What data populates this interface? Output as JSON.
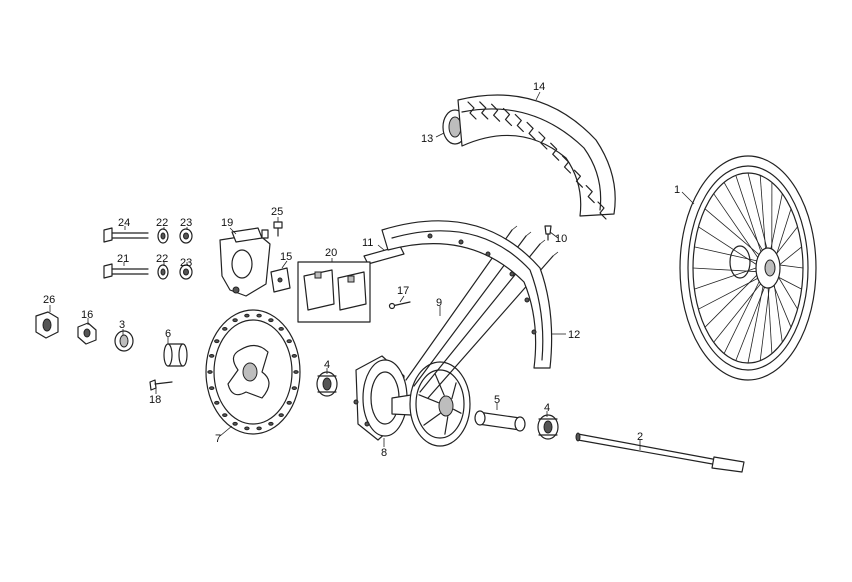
{
  "labels": {
    "l1": "1",
    "l2": "2",
    "l3": "3",
    "l4a": "4",
    "l4b": "4",
    "l5": "5",
    "l6": "6",
    "l7": "7",
    "l8": "8",
    "l9": "9",
    "l10": "10",
    "l11": "11",
    "l12": "12",
    "l13": "13",
    "l14": "14",
    "l15": "15",
    "l16": "16",
    "l17": "17",
    "l18": "18",
    "l19": "19",
    "l20": "20",
    "l21": "21",
    "l22a": "22",
    "l22b": "22",
    "l23a": "23",
    "l23b": "23",
    "l24": "24",
    "l25": "25",
    "l26": "26"
  }
}
